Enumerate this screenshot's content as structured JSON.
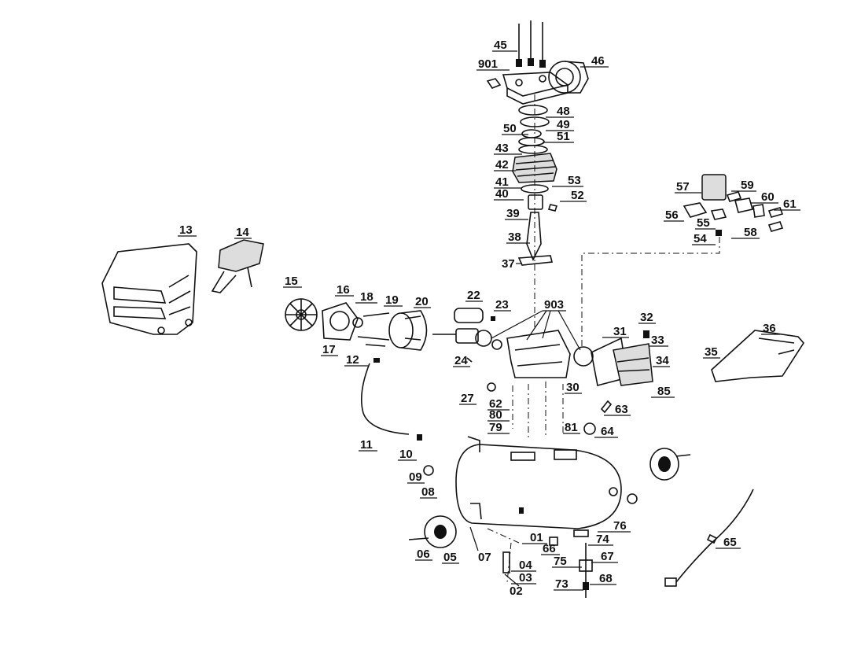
{
  "diagram": {
    "labels": [
      "45",
      "46",
      "901",
      "48",
      "49",
      "50",
      "51",
      "43",
      "42",
      "41",
      "53",
      "52",
      "40",
      "39",
      "38",
      "37",
      "57",
      "59",
      "60",
      "61",
      "56",
      "55",
      "58",
      "54",
      "13",
      "14",
      "15",
      "16",
      "18",
      "19",
      "20",
      "22",
      "23",
      "903",
      "31",
      "32",
      "36",
      "33",
      "35",
      "34",
      "17",
      "12",
      "24",
      "85",
      "27",
      "30",
      "62",
      "63",
      "80",
      "79",
      "81",
      "64",
      "11",
      "10",
      "09",
      "08",
      "01",
      "76",
      "65",
      "74",
      "66",
      "75",
      "67",
      "06",
      "05",
      "07",
      "04",
      "03",
      "73",
      "68",
      "02"
    ]
  }
}
